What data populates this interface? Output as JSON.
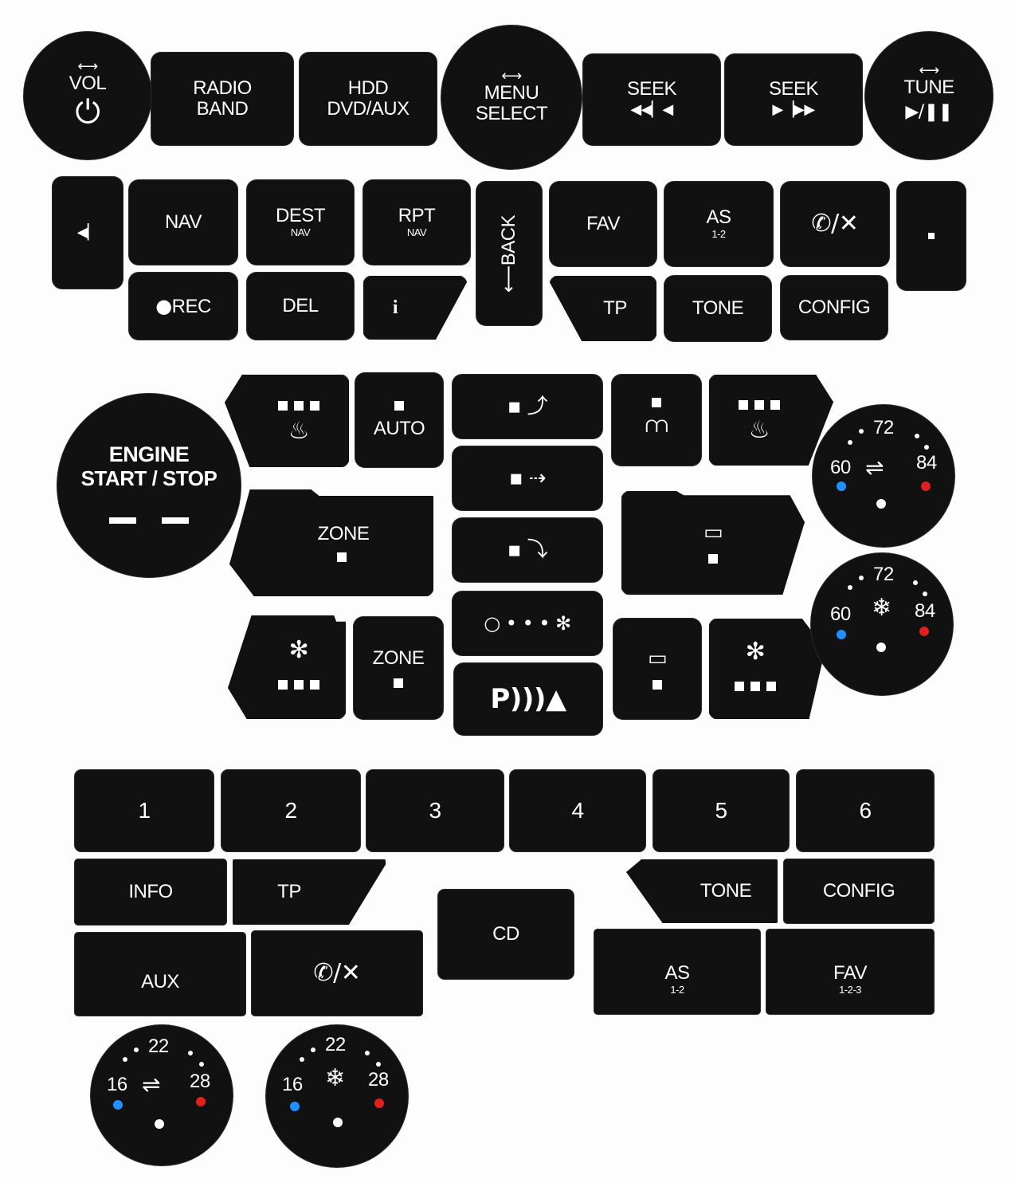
{
  "radio": {
    "vol": "VOL",
    "radio_band": [
      "RADIO",
      "BAND"
    ],
    "hdd": [
      "HDD",
      "DVD/AUX"
    ],
    "menu": [
      "MENU",
      "SELECT"
    ],
    "seek": "SEEK",
    "tune": "TUNE"
  },
  "nav": {
    "nav": "NAV",
    "dest": "DEST",
    "dest_sub": "NAV",
    "rpt": "RPT",
    "rpt_sub": "NAV",
    "back": "BACK",
    "fav": "FAV",
    "as": "AS",
    "as_sub": "1-2",
    "rec": "REC",
    "del": "DEL",
    "info": "i",
    "tp": "TP",
    "tone": "TONE",
    "config": "CONFIG"
  },
  "climate": {
    "engine": [
      "ENGINE",
      "START / STOP"
    ],
    "auto": "AUTO",
    "zone_big": "ZONE",
    "zone_small": "ZONE",
    "dial1": {
      "top": "72",
      "left": "60",
      "right": "84"
    },
    "dial2": {
      "top": "72",
      "left": "60",
      "right": "84"
    }
  },
  "presets": [
    "1",
    "2",
    "3",
    "4",
    "5",
    "6"
  ],
  "lower": {
    "info": "INFO",
    "tp": "TP",
    "tone": "TONE",
    "config": "CONFIG",
    "cd": "CD",
    "aux": "AUX",
    "as": "AS",
    "as_sub": "1-2",
    "fav": "FAV",
    "fav_sub": "1-2-3"
  },
  "celsius": {
    "dial1": {
      "top": "22",
      "left": "16",
      "right": "28"
    },
    "dial2": {
      "top": "22",
      "left": "16",
      "right": "28"
    }
  },
  "colors": {
    "key": "#111111",
    "cold": "#1e90ff",
    "hot": "#e0201c"
  }
}
